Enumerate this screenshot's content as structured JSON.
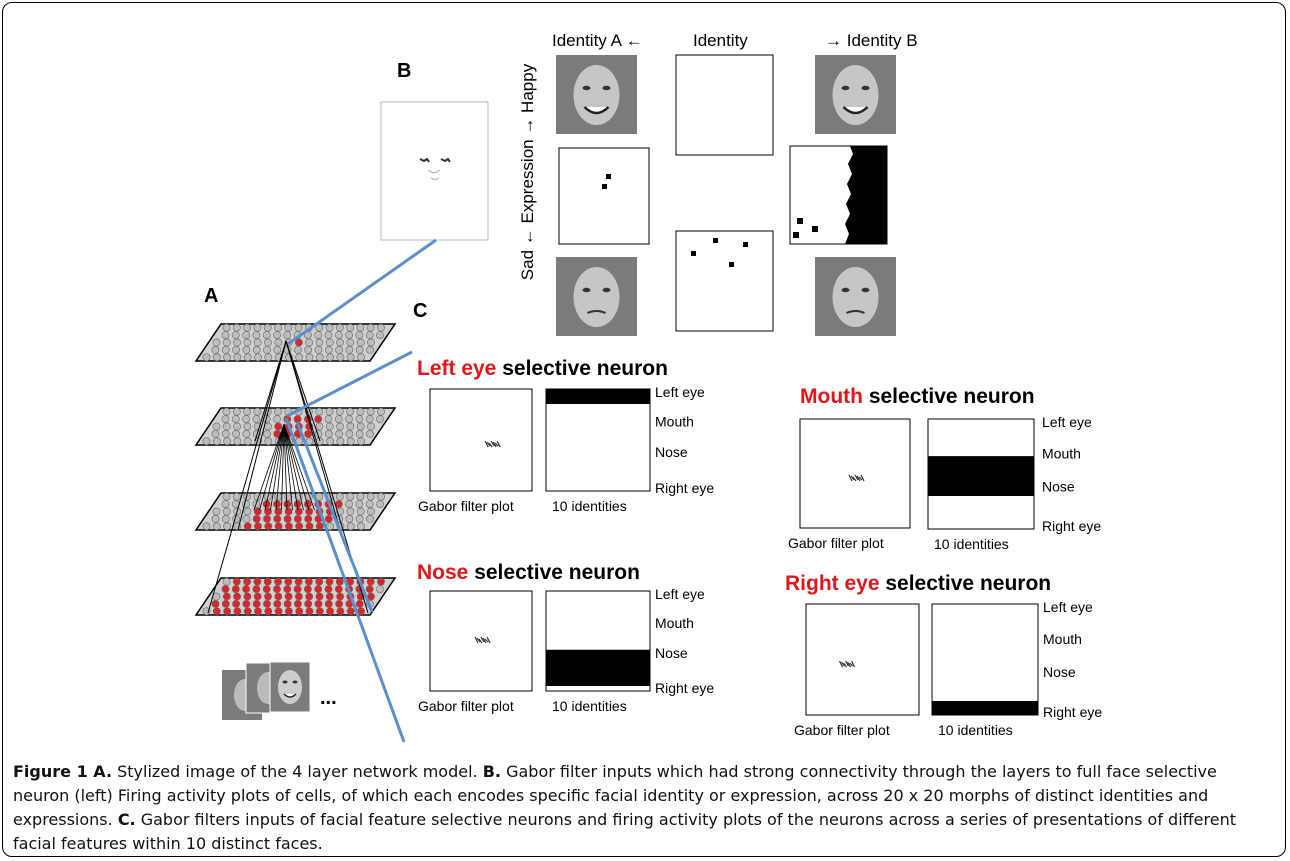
{
  "panels": {
    "a": "A",
    "b": "B",
    "c": "C"
  },
  "identity_header": {
    "left": "Identity A ←",
    "center": "Identity",
    "right": "→ Identity B"
  },
  "expression_axis": "Sad ← Expression → Happy",
  "neurons": [
    {
      "highlight": "Left eye",
      "rest": " selective neuron",
      "active_feature": "Left eye"
    },
    {
      "highlight": "Mouth",
      "rest": " selective neuron",
      "active_feature": "Mouth"
    },
    {
      "highlight": "Nose",
      "rest": " selective neuron",
      "active_feature": "Nose"
    },
    {
      "highlight": "Right eye",
      "rest": " selective neuron",
      "active_feature": "Right eye"
    }
  ],
  "feature_labels": [
    "Left eye",
    "Mouth",
    "Nose",
    "Right eye"
  ],
  "gabor_label": "Gabor filter plot",
  "identities_label": "10 identities",
  "stack_ellipsis": "...",
  "colors": {
    "highlight": "#e0161b",
    "connection": "#5b8fc9",
    "grid_node": "#bdbdbd",
    "active_node": "#d9262a",
    "face_bg": "#7b7b7b"
  },
  "caption": {
    "label": "Figure 1",
    "parts": [
      {
        "bold": " A.",
        "text": " Stylized image of the 4 layer network model. "
      },
      {
        "bold": "B.",
        "text": " Gabor filter inputs which had strong connectivity through the layers to full face selective neuron (left) Firing activity plots of cells, of which each encodes specific facial identity or expression, across 20 x 20 morphs of distinct identities and expressions. "
      },
      {
        "bold": "C.",
        "text": " Gabor filters inputs of facial feature selective neurons and firing activity plots of the neurons across a series of presentations of different facial features within 10 distinct faces."
      }
    ]
  }
}
